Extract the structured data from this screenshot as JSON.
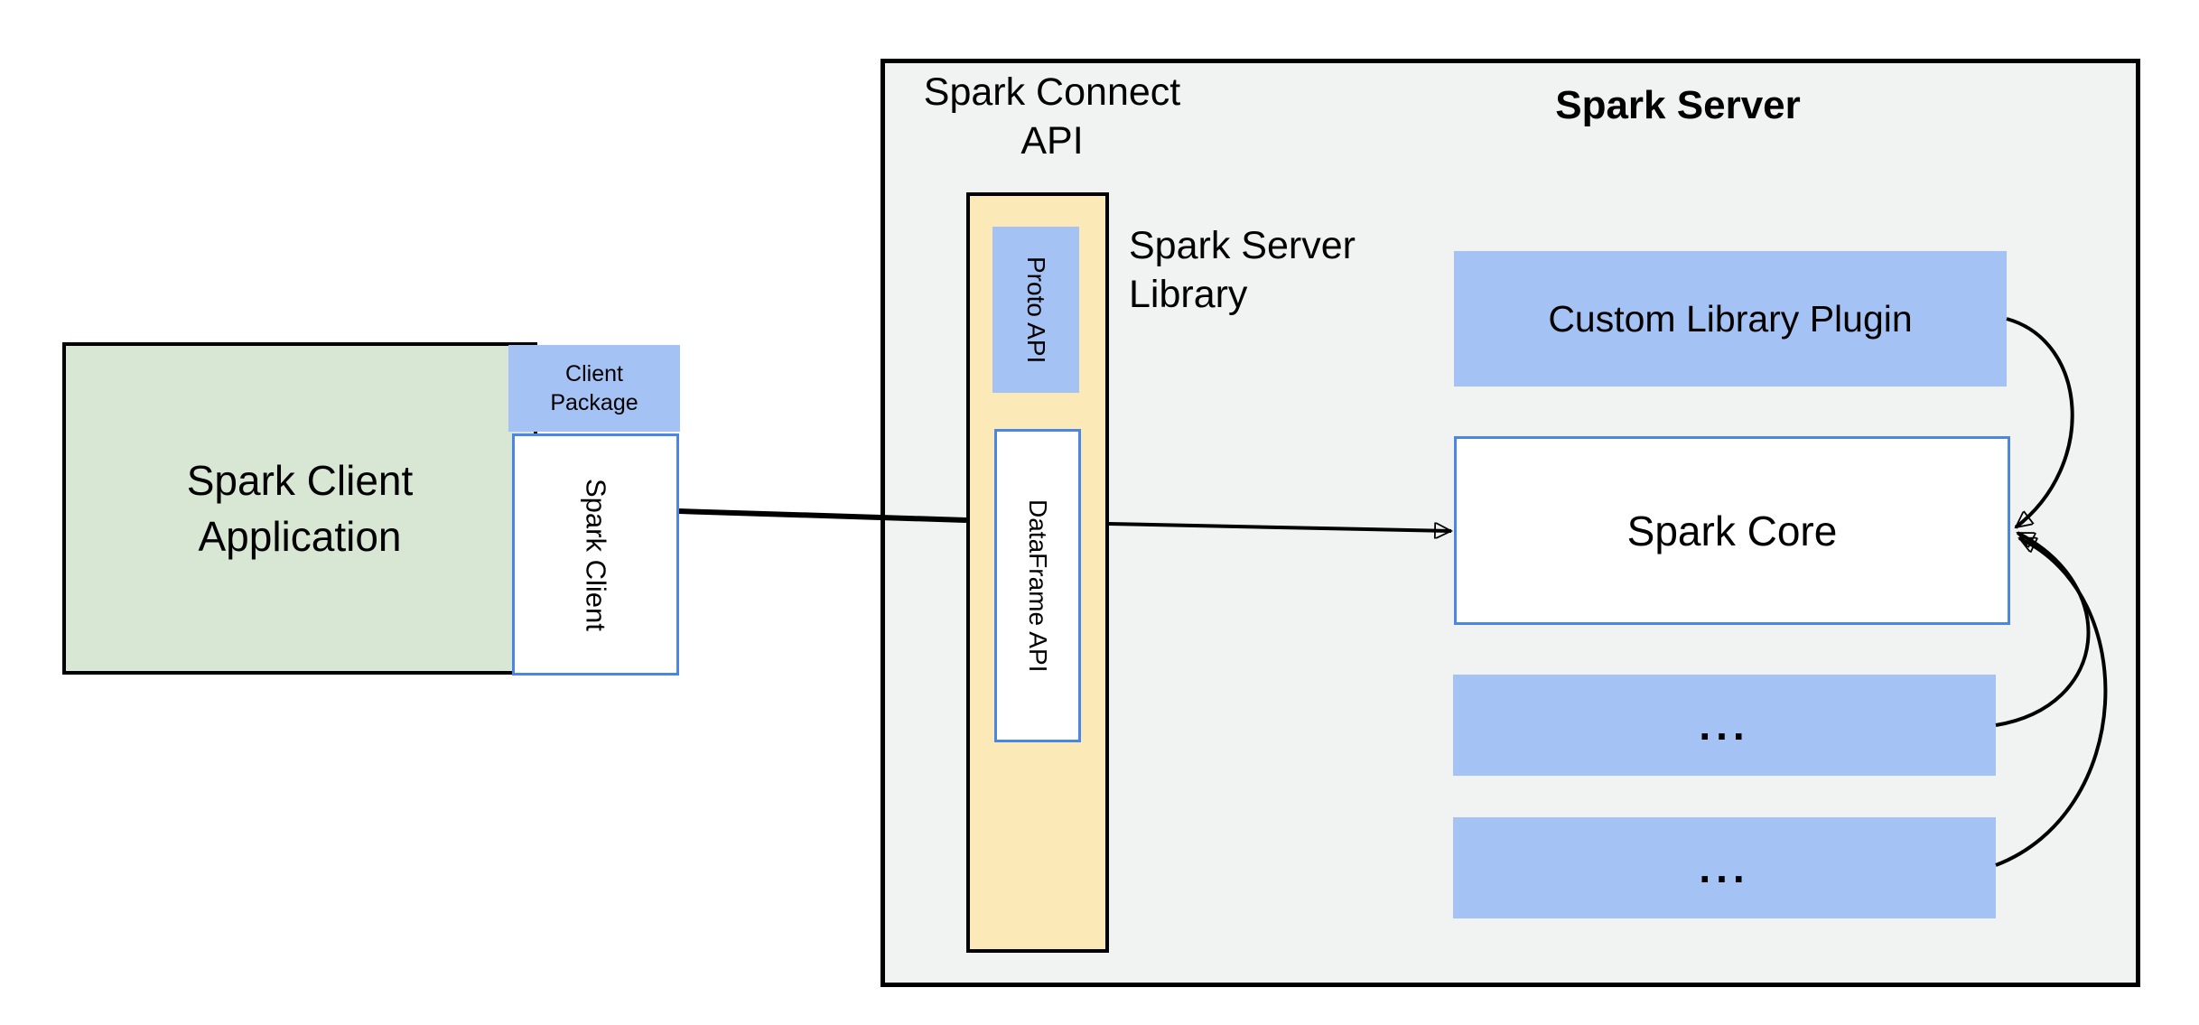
{
  "colors": {
    "bg": "#ffffff",
    "container_fill": "#f1f2f2",
    "green_fill": "#d7e7d3",
    "blue_fill": "#a4c2f4",
    "yellow_fill": "#fbe9b8",
    "blue_border": "#4a86e8",
    "line_color": "#000000",
    "text_color": "#000000"
  },
  "client": {
    "application": {
      "lines": [
        "Spark Client",
        "Application"
      ]
    },
    "package": {
      "lines": [
        "Client",
        "Package"
      ]
    },
    "spark_client_label": "Spark Client"
  },
  "connect": {
    "api_label": {
      "lines": [
        "Spark Connect",
        "API"
      ]
    },
    "proto_api_label": "Proto API",
    "dataframe_api_label": "DataFrame API",
    "server_library_label": {
      "lines": [
        "Spark Server",
        "Library"
      ]
    }
  },
  "server": {
    "title": "Spark Server",
    "plugin_label": "Custom Library Plugin",
    "core_label": "Spark Core",
    "ellipsis_boxes": [
      {
        "label": "..."
      },
      {
        "label": "..."
      }
    ]
  },
  "connections": [
    {
      "from": "spark-client",
      "to": "dataframe-api",
      "style": "straight"
    },
    {
      "from": "dataframe-api",
      "to": "spark-core-left",
      "style": "straight-arrow"
    },
    {
      "from": "custom-library-plugin",
      "to": "spark-core-right",
      "style": "curved-arrow"
    },
    {
      "from": "ellipsis-box-1",
      "to": "spark-core-right",
      "style": "curved-arrow"
    },
    {
      "from": "ellipsis-box-2",
      "to": "spark-core-right",
      "style": "curved-arrow"
    }
  ]
}
